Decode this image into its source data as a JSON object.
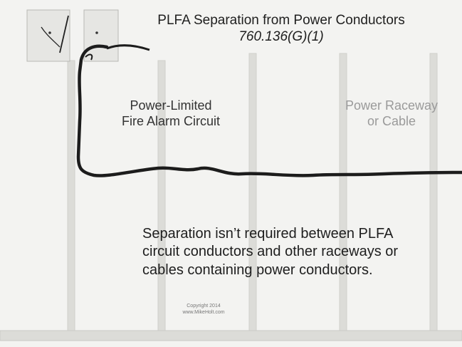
{
  "title": "PLFA Separation from Power Conductors",
  "code_reference": "760.136(G)(1)",
  "labels": {
    "plfa": [
      "Power-Limited",
      "Fire Alarm Circuit"
    ],
    "power": [
      "Power Raceway",
      "or Cable"
    ]
  },
  "note": [
    "Separation isn’t required between PLFA",
    "circuit conductors and other raceways or",
    "cables containing power conductors."
  ],
  "copyright": [
    "Copyright 2014",
    "www.MikeHolt.com"
  ],
  "colors": {
    "background": "#f3f3f1",
    "plfa_cable": "#1c1c1c",
    "power_raceway": "#9a9a9a",
    "studs": "#dcdcd8"
  }
}
